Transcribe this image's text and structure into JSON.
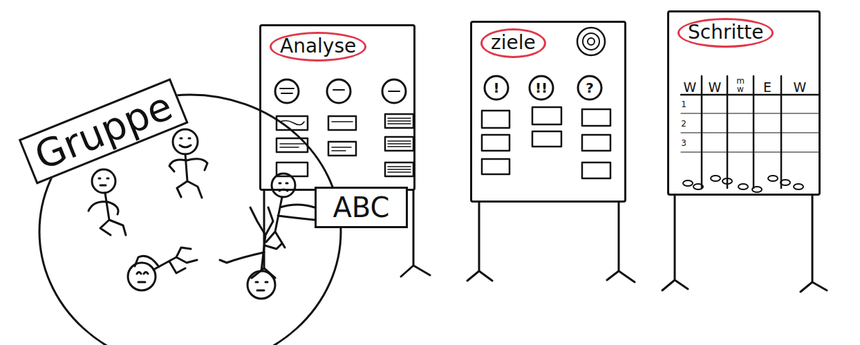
{
  "diagram": {
    "nodes": [
      {
        "text": [
          "Gruppe"
        ]
      },
      {
        "text": [
          "Analyse"
        ]
      },
      {
        "text": [
          "ABC"
        ]
      },
      {
        "text": [
          "ziele"
        ]
      },
      {
        "text": [
          "Schritte"
        ]
      }
    ],
    "labels": [
      "!",
      "!!",
      "?",
      "W",
      "W",
      "m w",
      "E",
      "W",
      "1",
      "2",
      "3"
    ]
  }
}
